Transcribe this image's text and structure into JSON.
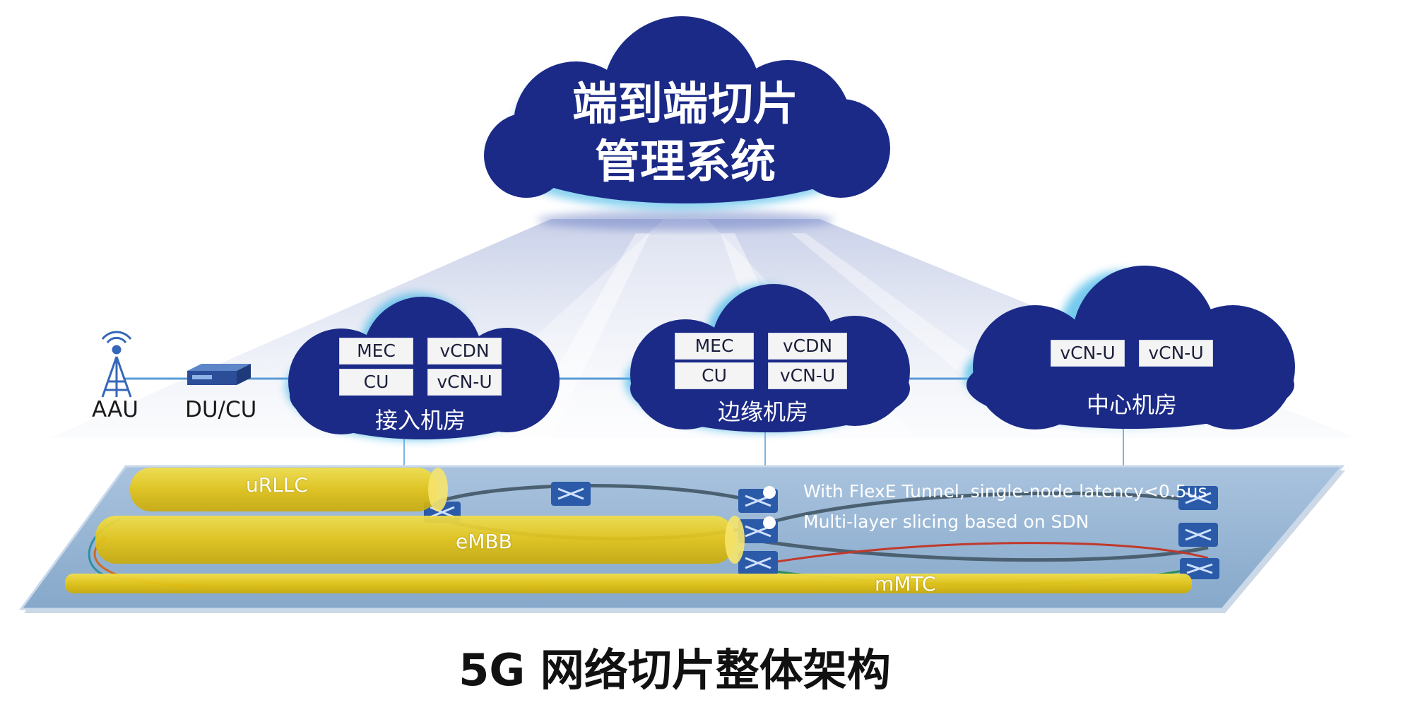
{
  "title_cloud": {
    "line1": "端到端切片",
    "line2": "管理系统"
  },
  "devices": {
    "aau": "AAU",
    "du_cu": "DU/CU"
  },
  "rooms": {
    "access": {
      "label": "接入机房",
      "boxes": [
        "MEC",
        "vCDN",
        "CU",
        "vCN-U"
      ]
    },
    "edge": {
      "label": "边缘机房",
      "boxes": [
        "MEC",
        "vCDN",
        "CU",
        "vCN-U"
      ]
    },
    "center": {
      "label": "中心机房",
      "boxes": [
        "vCN-U",
        "vCN-U"
      ]
    }
  },
  "slices": [
    "uRLLC",
    "eMBB",
    "mMTC"
  ],
  "notes": [
    "With FlexE Tunnel, single-node latency<0.5us",
    "Multi-layer slicing based on SDN"
  ],
  "caption": "5G 网络切片整体架构",
  "colors": {
    "cloud": "#1b2a87",
    "cloud_glow": "#3ab4e6",
    "platform": "#8fb2d4",
    "slice": "#e6cb17",
    "link": "#5b9bd6"
  }
}
